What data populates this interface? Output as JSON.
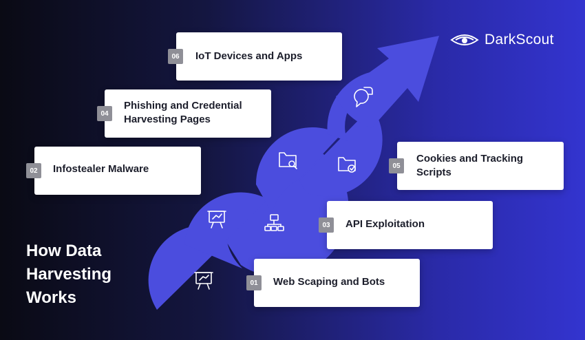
{
  "brand": {
    "name": "DarkScout"
  },
  "title": "How Data Harvesting Works",
  "steps": [
    {
      "num": "01",
      "label": "Web Scaping and Bots",
      "icon": "presentation-chart-icon"
    },
    {
      "num": "02",
      "label": "Infostealer Malware",
      "icon": "presentation-trend-icon"
    },
    {
      "num": "03",
      "label": "API Exploitation",
      "icon": "network-hierarchy-icon"
    },
    {
      "num": "04",
      "label": "Phishing and Credential Harvesting Pages",
      "icon": "folder-search-icon"
    },
    {
      "num": "05",
      "label": "Cookies and Tracking Scripts",
      "icon": "folder-check-icon"
    },
    {
      "num": "06",
      "label": "IoT Devices and Apps",
      "icon": "chat-bubble-icon"
    }
  ],
  "colors": {
    "accent": "#4b4dde",
    "card": "#ffffff",
    "badge": "#8f8f97",
    "text": "#1c1e2b"
  }
}
